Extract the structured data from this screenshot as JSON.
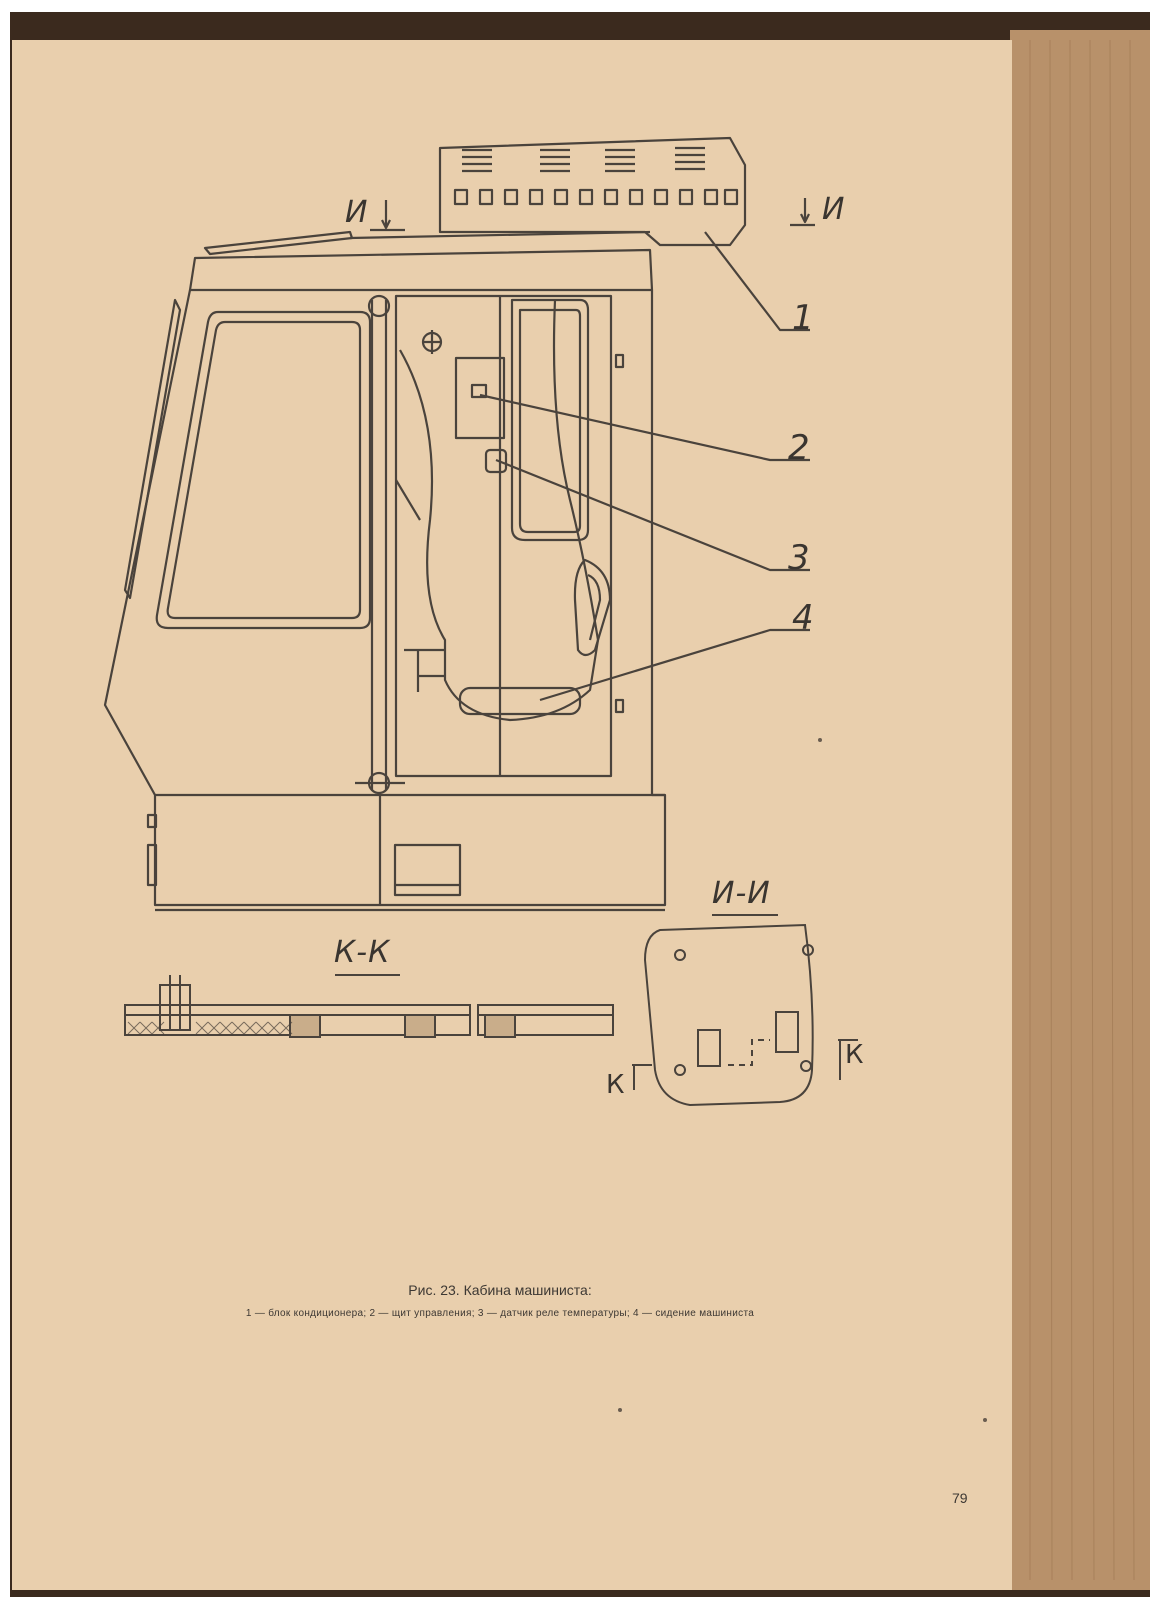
{
  "figure": {
    "caption_title": "Рис. 23. Кабина машиниста:",
    "caption_legend": "1 — блок кондиционера; 2 — щит управления; 3 — датчик реле температуры; 4 — сидение машиниста",
    "callouts": [
      "1",
      "2",
      "3",
      "4"
    ],
    "section_marker": "И",
    "section_ii_title": "И-И",
    "section_kk_title": "К-К",
    "section_k_marker": "К"
  },
  "page_number": "79",
  "colors": {
    "paper": "#e9cfad",
    "paper_edge": "#c8a581",
    "ink": "#4a433c"
  }
}
